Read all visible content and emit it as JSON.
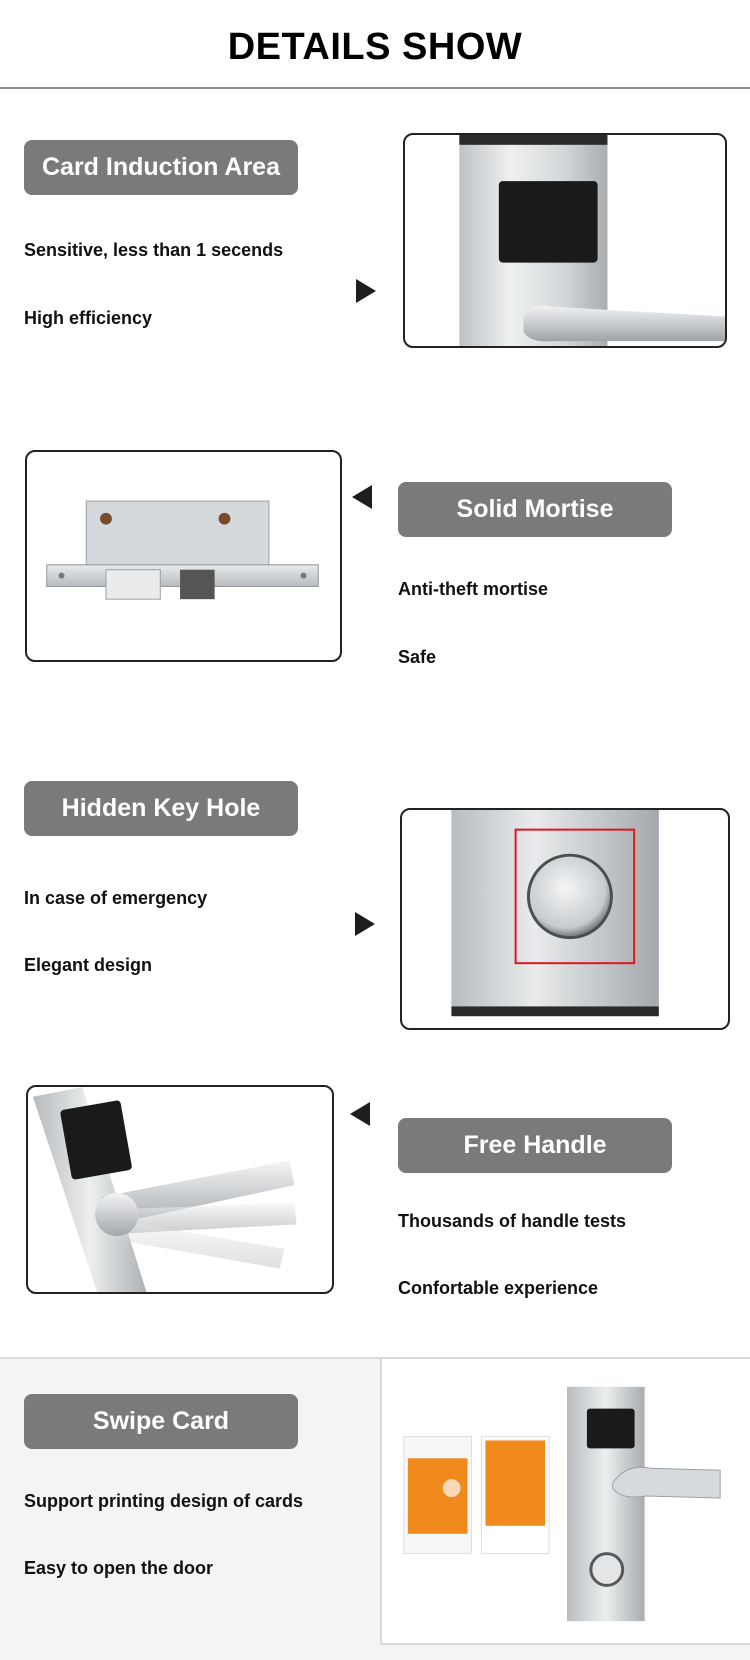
{
  "header": {
    "title": "DETAILS SHOW"
  },
  "sections": [
    {
      "title": "Card Induction Area",
      "features": [
        "Sensitive, less than 1 secends",
        "High efficiency"
      ]
    },
    {
      "title": "Solid Mortise",
      "features": [
        "Anti-theft mortise",
        "Safe"
      ]
    },
    {
      "title": "Hidden Key Hole",
      "features": [
        "In case of emergency",
        "Elegant design"
      ]
    },
    {
      "title": "Free Handle",
      "features": [
        "Thousands of handle tests",
        "Confortable experience"
      ]
    },
    {
      "title": "Swipe Card",
      "features": [
        "Support printing design of cards",
        "Easy to open the door"
      ]
    }
  ],
  "colors": {
    "pill_bg": "#7a7a7a",
    "highlight_box": "#e0141e",
    "card_orange": "#f08a1c",
    "reader_black": "#1a1a1a"
  },
  "icons": [
    "arrow-right-icon",
    "arrow-left-icon"
  ]
}
